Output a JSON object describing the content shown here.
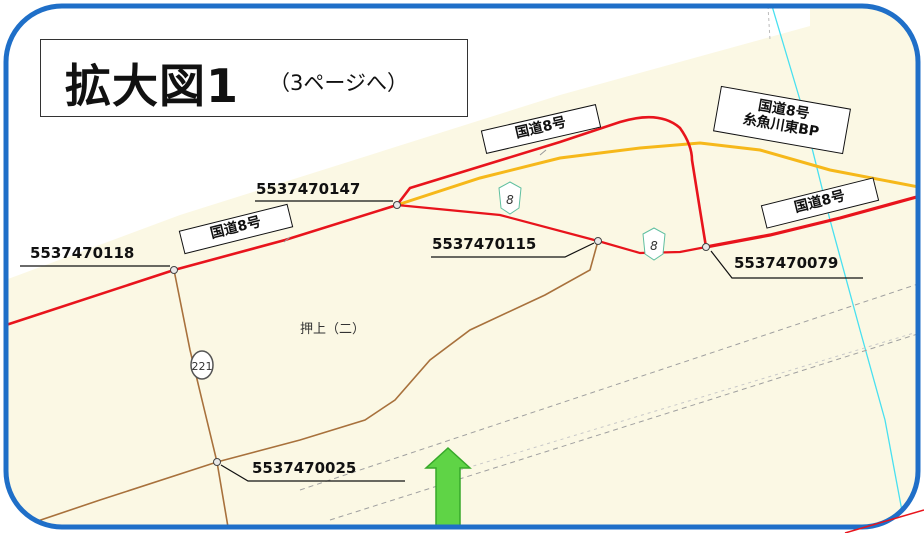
{
  "title": {
    "main": "拡大図1",
    "sub": "（3ページへ）"
  },
  "road_labels": [
    {
      "id": "r1",
      "line1": "国道8号",
      "line2": ""
    },
    {
      "id": "r2",
      "line1": "国道8号",
      "line2": ""
    },
    {
      "id": "r3",
      "line1": "国道8号",
      "line2": "糸魚川東BP"
    },
    {
      "id": "r4",
      "line1": "国道8号",
      "line2": ""
    }
  ],
  "node_labels": [
    "5537470118",
    "5537470147",
    "5537470115",
    "5537470079",
    "5537470025"
  ],
  "route_shields": [
    "8",
    "8",
    "221"
  ],
  "area_label": "押上（二）",
  "colors": {
    "frame_border": "#1f6fc8",
    "map_background": "#fbf8e4",
    "sea": "#ffffff",
    "route_main": "#e8141c",
    "route_bypass": "#f6b81a",
    "route_local": "#a8713c",
    "river": "#48e0f0",
    "rail": "#a0a0a0",
    "arrow": "#5fd446"
  }
}
